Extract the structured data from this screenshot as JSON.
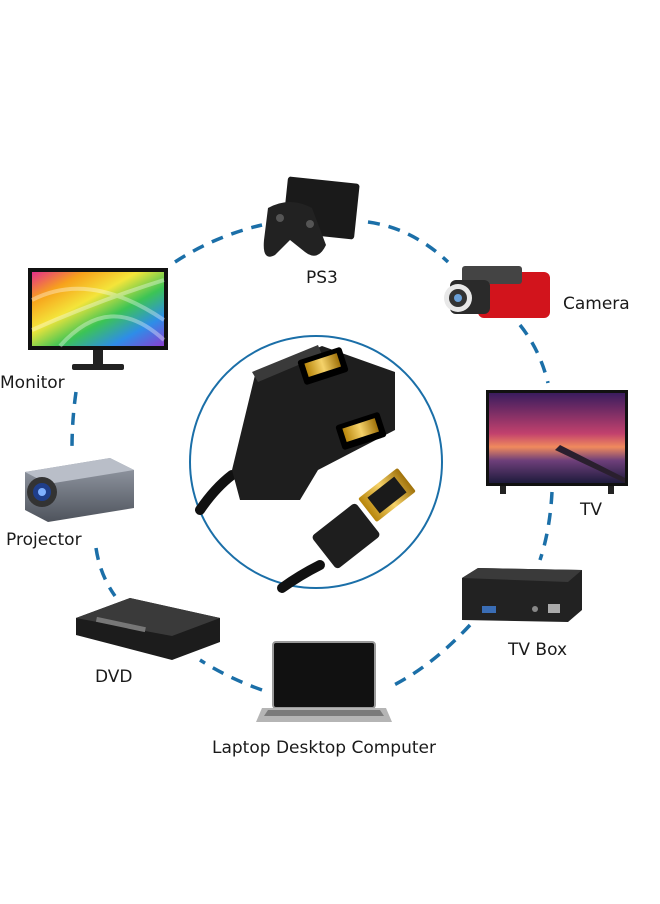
{
  "diagram": {
    "center_icon": "hdmi-splitter-cable-icon",
    "connector_color": "#1b6fa8",
    "devices": [
      {
        "id": "ps3",
        "label": "PS3",
        "icon": "game-console-icon"
      },
      {
        "id": "camera",
        "label": "Camera",
        "icon": "camcorder-icon"
      },
      {
        "id": "monitor",
        "label": "Monitor",
        "icon": "monitor-icon"
      },
      {
        "id": "tv",
        "label": "TV",
        "icon": "tv-icon"
      },
      {
        "id": "projector",
        "label": "Projector",
        "icon": "projector-icon"
      },
      {
        "id": "tvbox",
        "label": "TV Box",
        "icon": "tv-box-icon"
      },
      {
        "id": "dvd",
        "label": "DVD",
        "icon": "dvd-player-icon"
      },
      {
        "id": "laptop",
        "label": "Laptop Desktop Computer",
        "icon": "laptop-icon"
      }
    ]
  }
}
